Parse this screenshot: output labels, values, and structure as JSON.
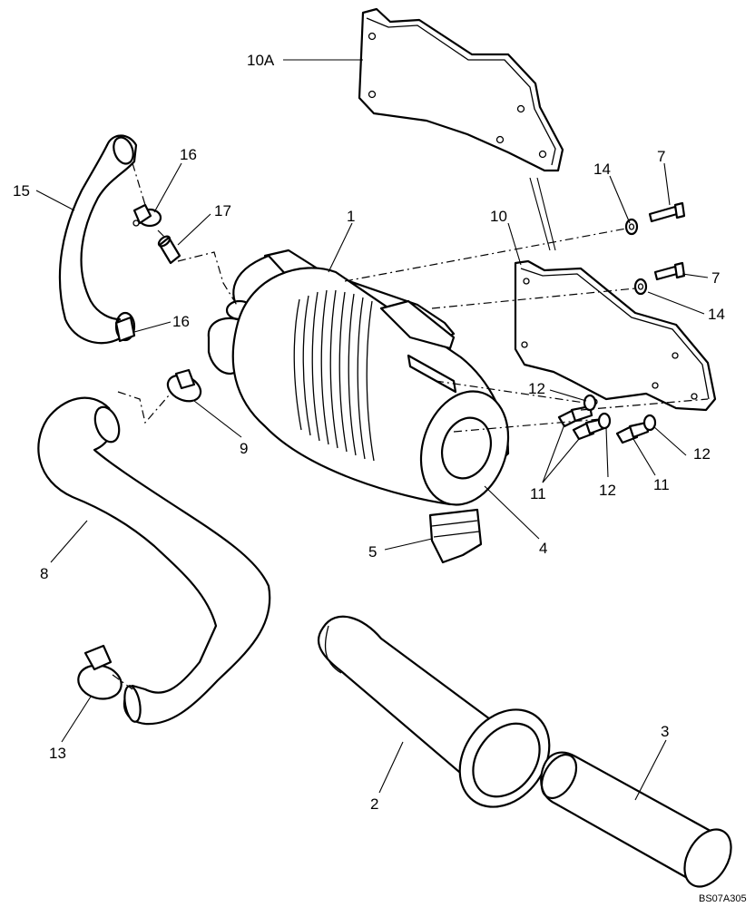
{
  "callouts": {
    "c10a": "10A",
    "c15": "15",
    "c16a": "16",
    "c17": "17",
    "c16b": "16",
    "c1": "1",
    "c14a": "14",
    "c7a": "7",
    "c10": "10",
    "c7b": "7",
    "c14b": "14",
    "c12a": "12",
    "c12b": "12",
    "c12c": "12",
    "c11a": "11",
    "c11b": "11",
    "c9": "9",
    "c8": "8",
    "c5": "5",
    "c4": "4",
    "c13": "13",
    "c2": "2",
    "c3": "3"
  },
  "drawing_code": "BS07A305"
}
